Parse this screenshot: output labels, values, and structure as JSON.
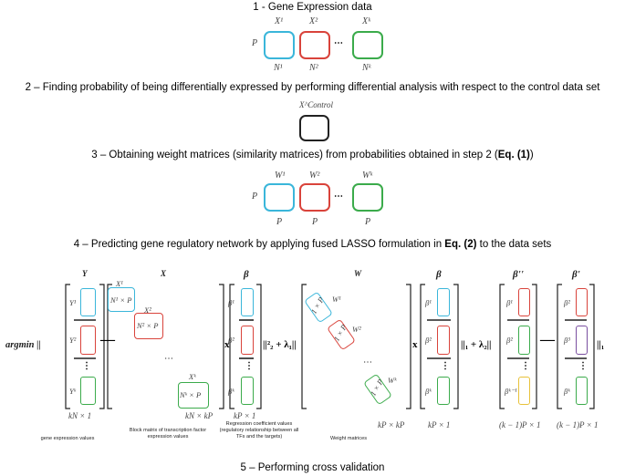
{
  "steps": {
    "s1": "1 - Gene Expression data",
    "s2": "2 – Finding probability of being differentially expressed by performing differential analysis with respect to the control data set",
    "s3a": "3 – Obtaining weight matrices (similarity matrices) from probabilities obtained in step 2 (",
    "s3b": "Eq. (1)",
    "s3c": ")",
    "s4a": "4 – Predicting gene regulatory network by applying fused LASSO formulation in ",
    "s4b": "Eq. (2)",
    "s4c": " to the data sets",
    "s5": "5 – Performing cross validation"
  },
  "row1": {
    "P": "P",
    "X1": "X¹",
    "X2": "X²",
    "Xk": "Xᵏ",
    "N1": "N¹",
    "N2": "N²",
    "Nk": "Nᵏ",
    "dots": "⋯"
  },
  "row2": {
    "control": "X^Control"
  },
  "row3": {
    "P": "P",
    "W1": "W¹",
    "W2": "W²",
    "Wk": "Wᵏ",
    "P1": "P",
    "P2": "P",
    "Pk": "P",
    "dots": "⋯"
  },
  "formula": {
    "argmin": "argmin ||",
    "Y": "Y",
    "Y1": "Y¹",
    "Y2": "Y²",
    "Yk": "Yᵏ",
    "minus": "—",
    "X": "X",
    "Xb1": "X¹",
    "Xb2": "X²",
    "Xbk": "Xᵏ",
    "NP1": "N¹ × P",
    "NP2": "N² × P",
    "NPk": "Nᵏ × P",
    "times": "x",
    "beta": "β",
    "b1": "β¹",
    "b2": "β²",
    "bk": "βᵏ",
    "bk1": "βᵏ⁻¹",
    "b3": "β³",
    "norm2": "||²₂ + λ₁||",
    "W": "W",
    "Wb1": "W¹",
    "Wb2": "W²",
    "Wbk": "Wᵏ",
    "oneP": "1 × P",
    "norm1": "||₁ + λ₂||",
    "norm1b": "||₁",
    "betapp": "β''",
    "betap": "β'",
    "dims": {
      "Y": "kN × 1",
      "X": "kN × kP",
      "beta": "kP × 1",
      "W": "kP × kP",
      "beta2": "kP × 1",
      "bpp": "(k − 1)P × 1",
      "bp": "(k − 1)P × 1"
    },
    "vdots": "⋮",
    "ddots": "⋯"
  },
  "captions": {
    "c1": "gene expression values",
    "c2": "Block matrix of transcription factor expression values",
    "c3": "Regression coefficient values (regulatory relationship between all TFs and the targets)",
    "c4": "Weight matrices"
  }
}
